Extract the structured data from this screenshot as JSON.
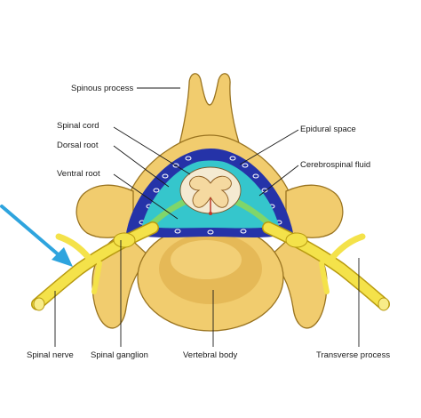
{
  "labels": {
    "spinous_process": "Spinous process",
    "spinal_cord": "Spinal cord",
    "dorsal_root": "Dorsal root",
    "ventral_root": "Ventral root",
    "epidural_space": "Epidural space",
    "cerebrospinal_fluid": "Cerebrospinal fluid",
    "spinal_nerve": "Spinal nerve",
    "spinal_ganglion": "Spinal ganglion",
    "vertebral_body": "Vertebral body",
    "transverse_process": "Transverse process"
  },
  "colors": {
    "bone": "#f1cc6e",
    "bone_outline": "#9a7420",
    "bone_shadow": "#e0b24e",
    "dura_blue": "#2533a8",
    "csf_cyan": "#35c6cc",
    "spinal_cord_gray": "#f4ead2",
    "nerve_yellow": "#f4e24a",
    "pointer_arrow": "#2ea4de"
  },
  "icons": {
    "pointer": "arrow-icon"
  }
}
